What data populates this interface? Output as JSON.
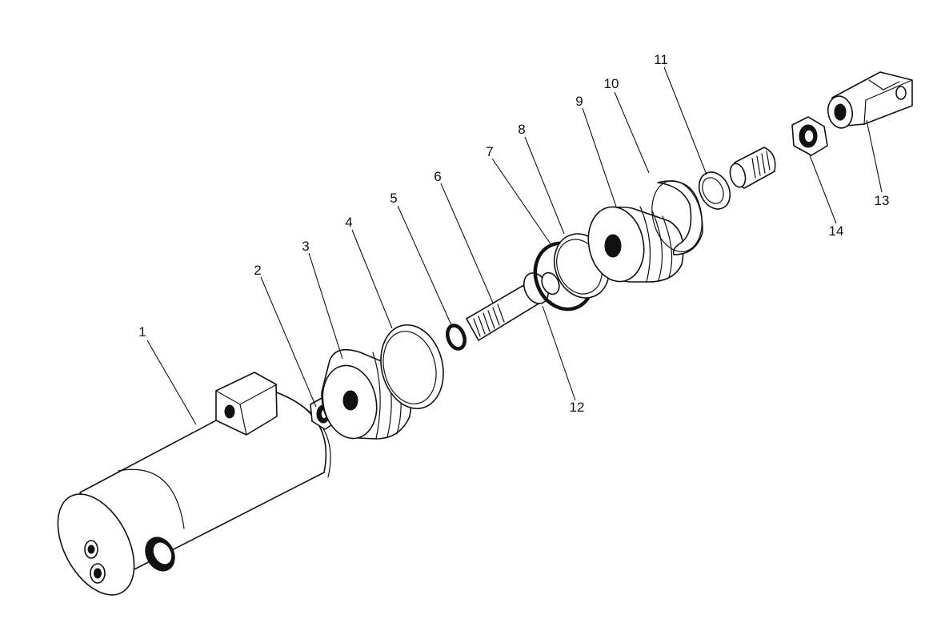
{
  "diagram": {
    "type": "exploded-assembly-drawing",
    "line_color": "#111111",
    "background_color": "#ffffff",
    "callouts": [
      {
        "id": "1",
        "label": "1"
      },
      {
        "id": "2",
        "label": "2"
      },
      {
        "id": "3",
        "label": "3"
      },
      {
        "id": "4",
        "label": "4"
      },
      {
        "id": "5",
        "label": "5"
      },
      {
        "id": "6",
        "label": "6"
      },
      {
        "id": "7",
        "label": "7"
      },
      {
        "id": "8",
        "label": "8"
      },
      {
        "id": "9",
        "label": "9"
      },
      {
        "id": "10",
        "label": "10"
      },
      {
        "id": "11",
        "label": "11"
      },
      {
        "id": "12",
        "label": "12"
      },
      {
        "id": "13",
        "label": "13"
      },
      {
        "id": "14",
        "label": "14"
      }
    ]
  }
}
